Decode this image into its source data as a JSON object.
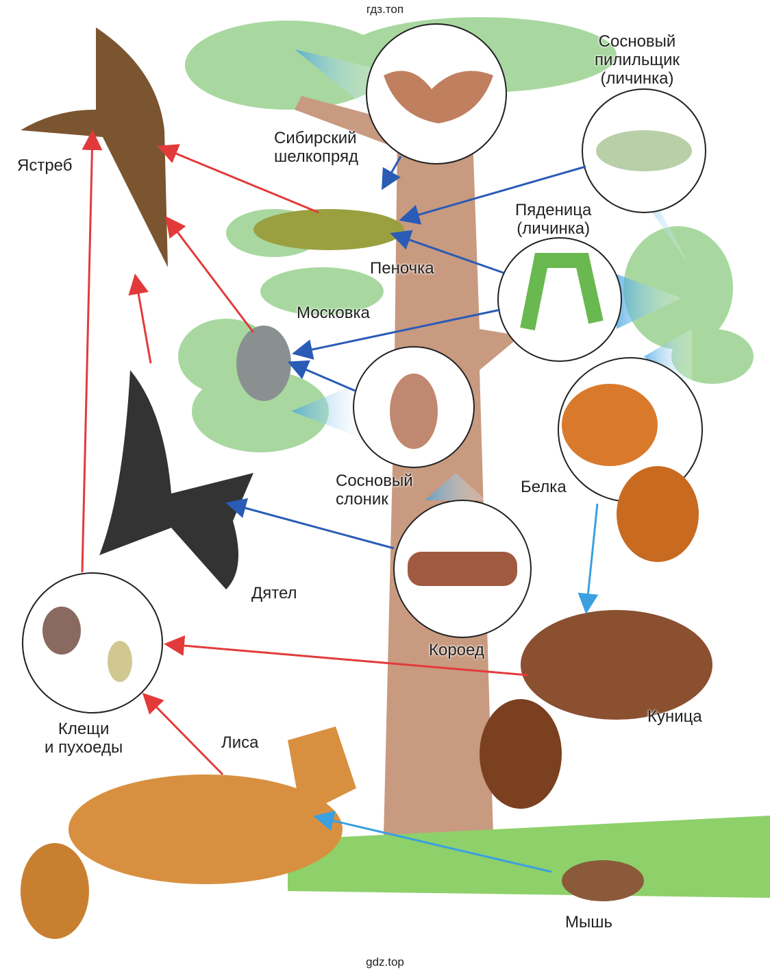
{
  "watermark_top": "гдз.топ",
  "watermark_bottom": "gdz.top",
  "colors": {
    "predation_red": "#e23a3a",
    "feeding_blue": "#2a5bb5",
    "light_blue": "#3aa0e0",
    "foliage": "#a8d8a0",
    "trunk": "#c89a80",
    "grass": "#8ed06a"
  },
  "labels": {
    "hawk": "Ястреб",
    "silk_moth": "Сибирский\nшелкопряд",
    "sawfly": "Сосновый\nпилильщик\n(личинка)",
    "geometrid": "Пяденица\n(личинка)",
    "warbler": "Пеночка",
    "coal_tit": "Московка",
    "weevil": "Сосновый\nслоник",
    "squirrel": "Белка",
    "woodpecker": "Дятел",
    "bark_beetle": "Короед",
    "mites": "Клещи\nи пухоеды",
    "fox": "Лиса",
    "marten": "Куница",
    "mouse": "Мышь"
  }
}
